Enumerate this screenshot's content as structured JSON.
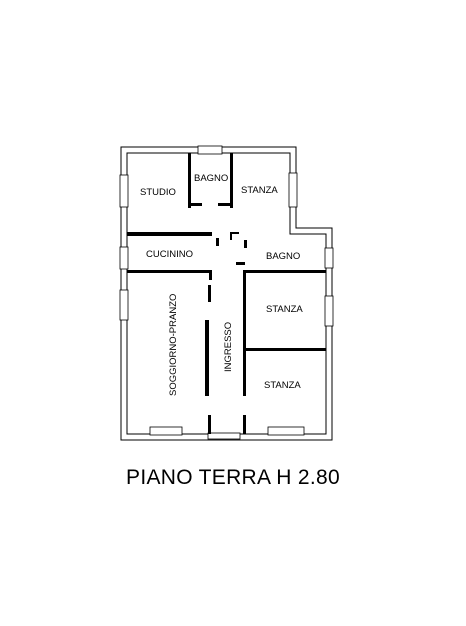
{
  "plan": {
    "rooms": {
      "studio": "STUDIO",
      "bagno_top": "BAGNO",
      "stanza_top": "STANZA",
      "cucinino": "CUCININO",
      "bagno_right": "BAGNO",
      "stanza_mid": "STANZA",
      "stanza_bottom": "STANZA",
      "soggiorno": "SOGGIORNO-PRANZO",
      "ingresso": "INGRESSO"
    },
    "title": "PIANO TERRA H 2.80"
  }
}
